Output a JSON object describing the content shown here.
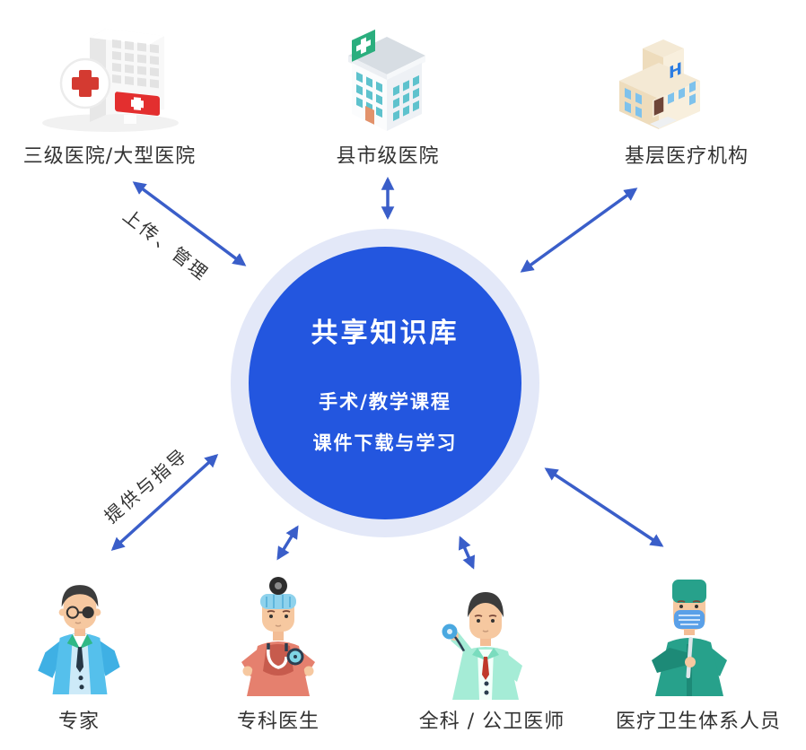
{
  "diagram": {
    "center": {
      "title": "共享知识库",
      "line1": "手术/教学课程",
      "line2": "课件下载与学习",
      "fill_color": "#2356df",
      "halo_color": "#e3e8f8",
      "text_color": "#ffffff"
    },
    "top_nodes": [
      {
        "label": "三级医院/大型医院",
        "icon": "tertiary-hospital-icon"
      },
      {
        "label": "县市级医院",
        "icon": "county-hospital-icon"
      },
      {
        "label": "基层医疗机构",
        "icon": "primary-care-facility-icon"
      }
    ],
    "bottom_nodes": [
      {
        "label": "专家",
        "icon": "expert-doctor-icon"
      },
      {
        "label": "专科医生",
        "icon": "specialist-doctor-icon"
      },
      {
        "label": "全科 / 公卫医师",
        "icon": "general-practitioner-icon"
      },
      {
        "label": "医疗卫生体系人员",
        "icon": "health-system-worker-icon"
      }
    ],
    "arrow_labels": {
      "upload_manage": "上传、管理",
      "provide_guide": "提供与指导"
    },
    "colors": {
      "arrow": "#3a5ec9",
      "label_text": "#333333"
    }
  }
}
